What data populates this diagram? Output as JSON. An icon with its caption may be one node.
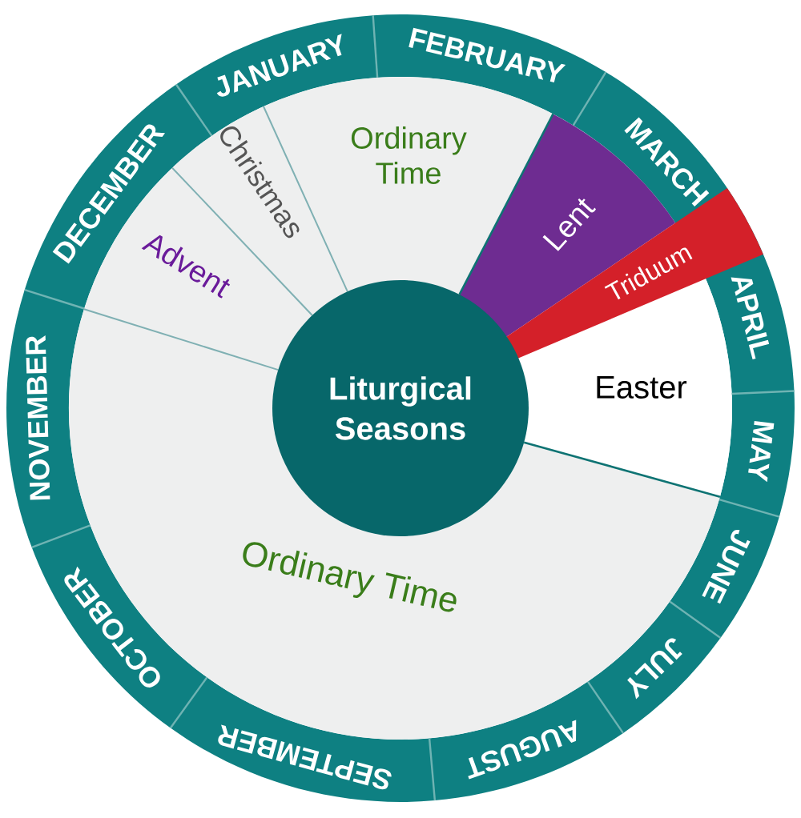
{
  "diagram": {
    "nodes": [
      {
        "text": [
          "Liturgical Seasons"
        ]
      },
      {
        "text": [
          "Ordinary Time"
        ]
      },
      {
        "text": [
          "Lent"
        ]
      },
      {
        "text": [
          "Triduum"
        ]
      },
      {
        "text": [
          "Easter"
        ]
      },
      {
        "text": [
          "Ordinary Time"
        ]
      },
      {
        "text": [
          "Advent"
        ]
      },
      {
        "text": [
          "Christmas"
        ]
      },
      {
        "text": [
          "JANUARY"
        ]
      },
      {
        "text": [
          "FEBRUARY"
        ]
      },
      {
        "text": [
          "MARCH"
        ]
      },
      {
        "text": [
          "APRIL"
        ]
      },
      {
        "text": [
          "MAY"
        ]
      },
      {
        "text": [
          "JUNE"
        ]
      },
      {
        "text": [
          "JULY"
        ]
      },
      {
        "text": [
          "AUGUST"
        ]
      },
      {
        "text": [
          "SEPTEMBER"
        ]
      },
      {
        "text": [
          "OCTOBER"
        ]
      },
      {
        "text": [
          "NOVEMBER"
        ]
      },
      {
        "text": [
          "DECEMBER"
        ]
      }
    ]
  }
}
